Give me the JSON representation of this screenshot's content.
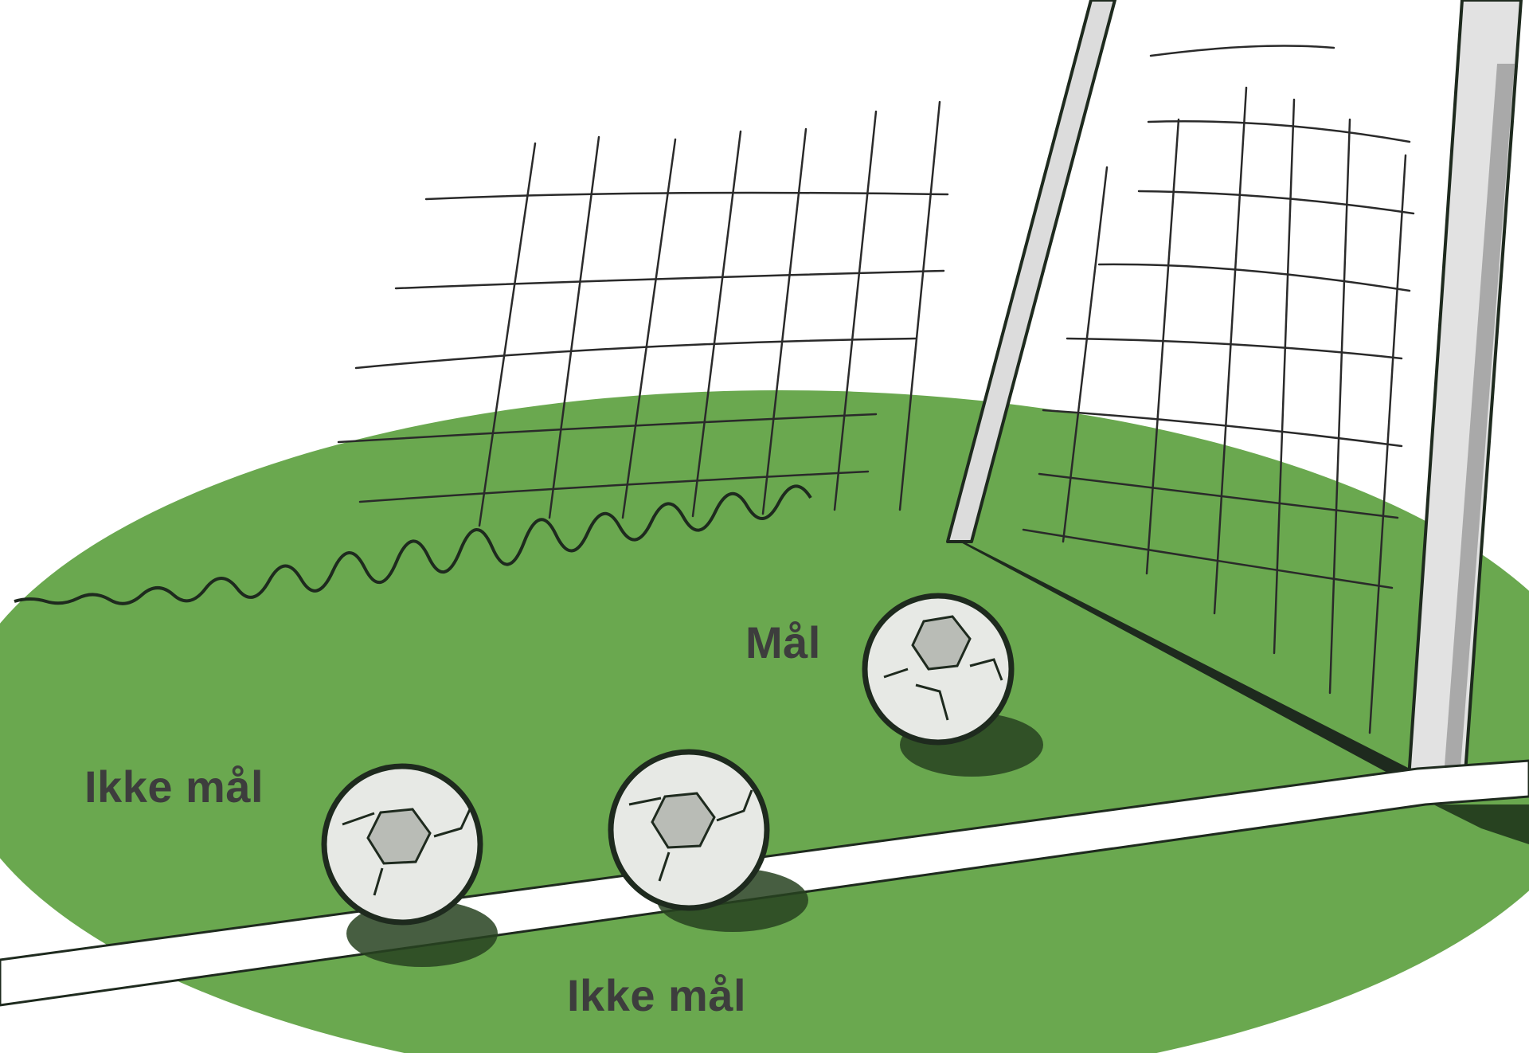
{
  "labels": {
    "goal": "Mål",
    "no_goal_left": "Ikke mål",
    "no_goal_bottom": "Ikke mål"
  },
  "colors": {
    "background": "#ffffff",
    "grass": "#6aa84f",
    "grass_dark": "#5b9442",
    "line_white": "#ffffff",
    "ink": "#1e2a1e",
    "net": "#2a2a2a",
    "post": "#dcdcdc",
    "post_shade": "#a9a9a9",
    "ball": "#e7e9e5",
    "ball_shade": "#b9bcb6",
    "shadow": "#274220",
    "label_text": "#3d3d3d"
  },
  "icons": [
    "goal-post-icon",
    "goal-net-icon",
    "soccer-ball-icon"
  ]
}
